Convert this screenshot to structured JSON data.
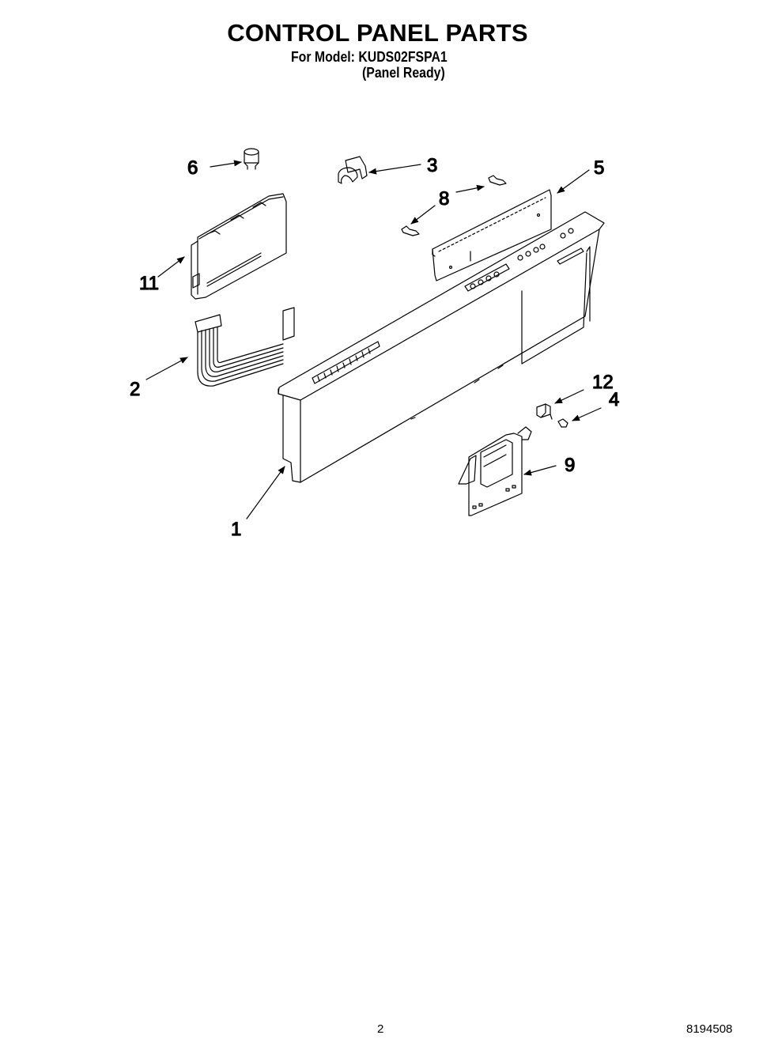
{
  "header": {
    "title": "CONTROL PANEL PARTS",
    "model_line": "For Model: KUDS02FSPA1",
    "variant": "(Panel Ready)"
  },
  "diagram": {
    "type": "exploded-parts-view",
    "callouts": [
      {
        "number": "1",
        "part": "control-panel-console"
      },
      {
        "number": "2",
        "part": "ribbon-cable"
      },
      {
        "number": "3",
        "part": "clip"
      },
      {
        "number": "4",
        "part": "screw-small"
      },
      {
        "number": "5",
        "part": "user-interface-board"
      },
      {
        "number": "6",
        "part": "knob-plug"
      },
      {
        "number": "8",
        "part": "screws"
      },
      {
        "number": "9",
        "part": "latch-switch-assembly"
      },
      {
        "number": "11",
        "part": "electronic-control-board"
      },
      {
        "number": "12",
        "part": "latch-strike"
      }
    ]
  },
  "footer": {
    "page_number": "2",
    "document_number": "8194508"
  },
  "colors": {
    "ink": "#000000",
    "paper": "#ffffff"
  }
}
